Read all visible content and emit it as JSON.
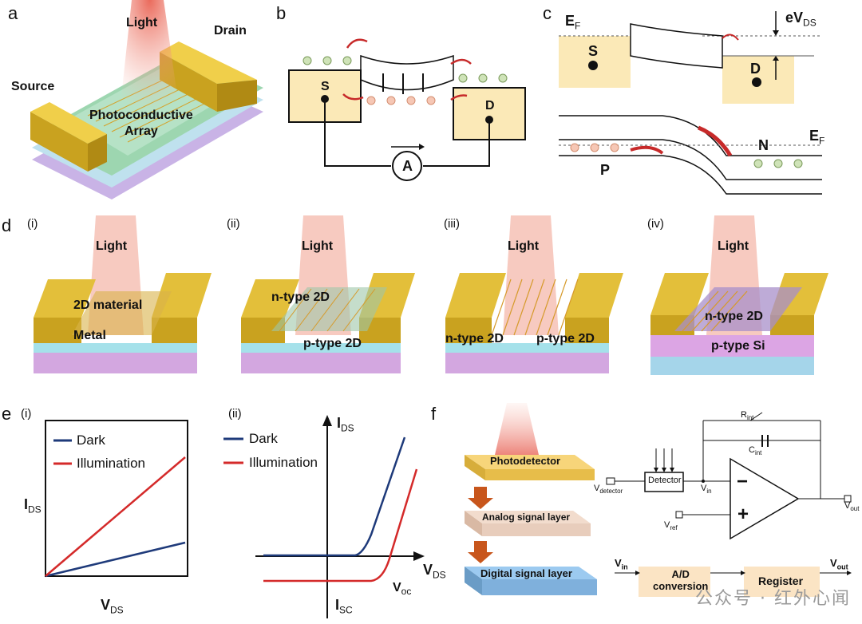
{
  "panels": {
    "a": {
      "label": "a",
      "light": "Light",
      "drain": "Drain",
      "source": "Source",
      "array": "Photoconductive\nArray"
    },
    "b": {
      "label": "b",
      "s": "S",
      "d": "D",
      "meter": "A"
    },
    "c": {
      "label": "c",
      "ef_top": "E",
      "ef_top_sub": "F",
      "eVds": "eV",
      "eVds_sub": "DS",
      "s": "S",
      "d": "D",
      "p": "P",
      "n": "N",
      "ef_bottom": "E",
      "ef_bottom_sub": "F"
    },
    "d": {
      "label": "d",
      "subpanels": [
        {
          "id": "(i)",
          "light": "Light",
          "labels": [
            "2D material",
            "Metal"
          ]
        },
        {
          "id": "(ii)",
          "light": "Light",
          "labels": [
            "n-type 2D",
            "p-type 2D"
          ]
        },
        {
          "id": "(iii)",
          "light": "Light",
          "labels": [
            "n-type 2D",
            "p-type 2D"
          ]
        },
        {
          "id": "(iv)",
          "light": "Light",
          "labels": [
            "n-type 2D",
            "p-type Si"
          ]
        }
      ]
    },
    "e": {
      "label": "e",
      "i": {
        "id": "(i)",
        "dark": "Dark",
        "illum": "Illumination",
        "ylabel": "I",
        "ylabel_sub": "DS",
        "xlabel": "V",
        "xlabel_sub": "DS"
      },
      "ii": {
        "id": "(ii)",
        "dark": "Dark",
        "illum": "Illumination",
        "ylabel": "I",
        "ylabel_sub": "DS",
        "xlabel": "V",
        "xlabel_sub": "DS",
        "voc": "V",
        "voc_sub": "oc",
        "isc": "I",
        "isc_sub": "SC"
      }
    },
    "f": {
      "label": "f",
      "layers": [
        "Photodetector",
        "Analog signal layer",
        "Digital signal layer"
      ],
      "detector": "Detector",
      "v_detector": "V",
      "v_detector_sub": "detector",
      "v_in": "V",
      "v_in_sub": "in",
      "v_ref": "V",
      "v_ref_sub": "ref",
      "v_out": "V",
      "v_out_sub": "out",
      "rint": "R",
      "rint_sub": "int",
      "cint": "C",
      "cint_sub": "int",
      "minus": "−",
      "plus": "+",
      "bottom_vin": "V",
      "bottom_vin_sub": "in",
      "adc": "A/D\nconversion",
      "register": "Register",
      "bottom_vout": "V",
      "bottom_vout_sub": "out"
    }
  },
  "watermark": "公众号 · 红外心闻",
  "colors": {
    "gold": "#d9b12e",
    "dark_line": "#1e3a7a",
    "illum_line": "#d42a2a",
    "orange_arrow": "#c8561c"
  }
}
